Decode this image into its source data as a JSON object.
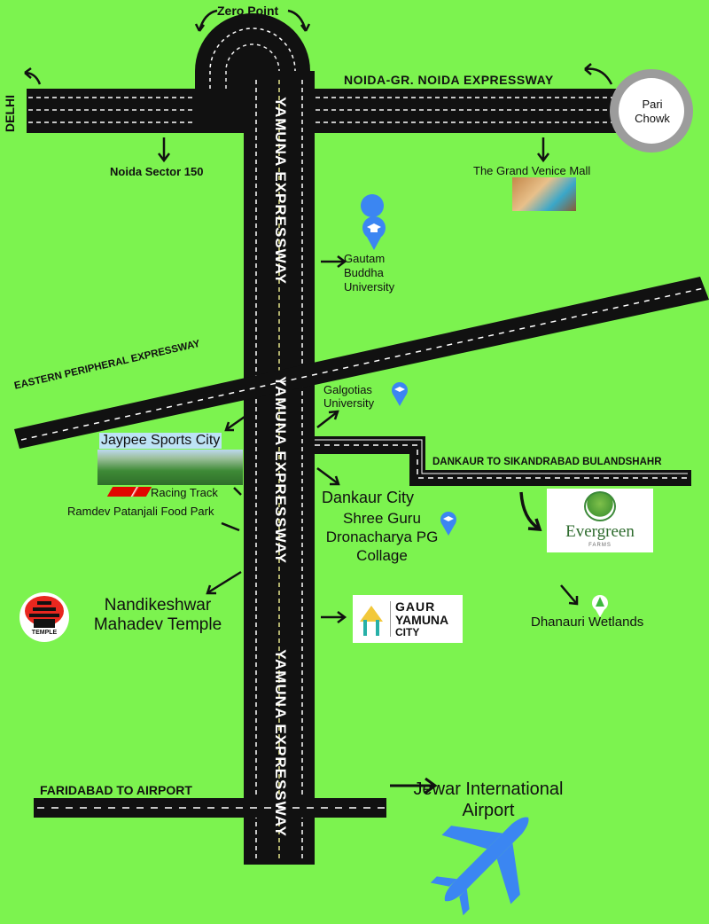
{
  "roads": {
    "zero_point": "Zero Point",
    "delhi": "DELHI",
    "noida_expressway": "NOIDA-GR. NOIDA EXPRESSWAY",
    "yamuna_expressway": "YAMUNA EXPRESSWAY",
    "eastern_peripheral": "EASTERN PERIPHERAL EXPRESSWAY",
    "dankaur_road": "DANKAUR TO SIKANDRABAD BULANDSHAHR",
    "faridabad_road": "FARIDABAD TO AIRPORT"
  },
  "places": {
    "pari_chowk": "Pari Chowk",
    "noida_sector_150": "Noida Sector 150",
    "grand_venice": "The Grand Venice Mall",
    "gautam_buddha": "Gautam Buddha University",
    "galgotias": "Galgotias University",
    "jaypee": "Jaypee Sports City",
    "racing_track": "Racing Track",
    "ramdev": "Ramdev Patanjali Food Park",
    "dankaur_city": "Dankaur City",
    "dronacharya": "Shree Guru Dronacharya PG Collage",
    "nandikeshwar": "Nandikeshwar Mahadev Temple",
    "temple_logo": "TEMPLE",
    "evergreen": "Evergreen",
    "farms": "FARMS",
    "gaur_line1": "GAUR",
    "gaur_line2": "YAMUNA",
    "gaur_line3": "CITY",
    "dhanauri": "Dhanauri Wetlands",
    "jewar": "Jewar International Airport"
  },
  "colors": {
    "background": "#7cf34f",
    "road": "#111111",
    "road_marking": "#ffffff",
    "icon_blue": "#3b86f2"
  },
  "icons": [
    "pin-graduation-icon",
    "arrow-icon",
    "airplane-icon",
    "tree-icon",
    "temple-icon",
    "f1-logo-icon"
  ]
}
